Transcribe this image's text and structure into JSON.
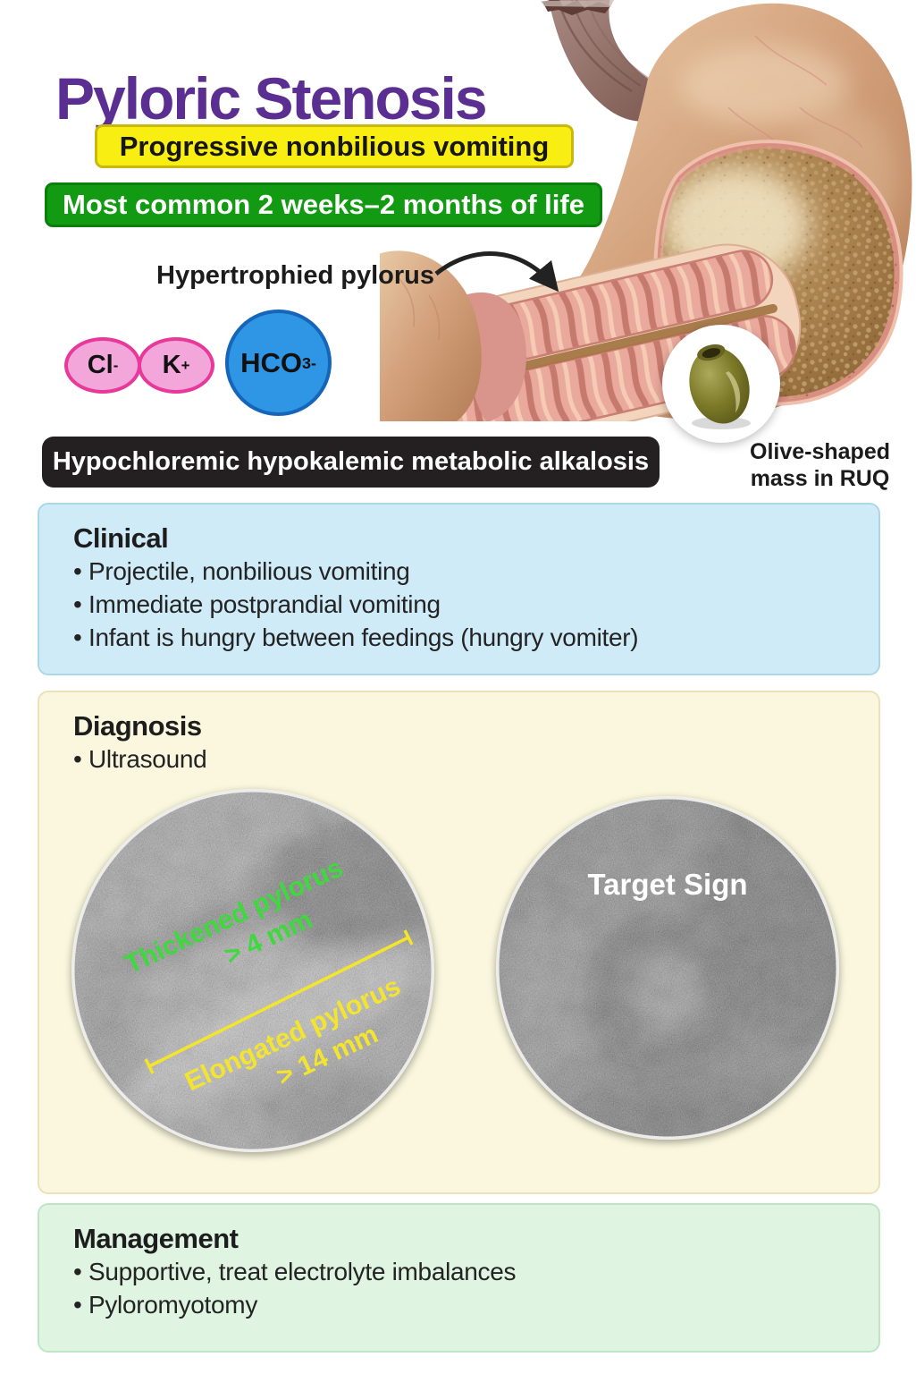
{
  "title": "Pyloric Stenosis",
  "banners": {
    "vomiting": "Progressive nonbilious vomiting",
    "age": "Most common 2 weeks–2 months of life",
    "alkalosis": "Hypochloremic hypokalemic metabolic alkalosis"
  },
  "anatomy": {
    "pylorus_label": "Hypertrophied pylorus",
    "olive_caption_line1": "Olive-shaped",
    "olive_caption_line2": "mass in RUQ"
  },
  "ions": {
    "chloride": {
      "symbol": "Cl",
      "charge": "-"
    },
    "potassium": {
      "symbol": "K",
      "charge": "+"
    },
    "bicarbonate": {
      "symbol": "HCO",
      "subscript": "3",
      "charge": "-"
    }
  },
  "clinical": {
    "heading": "Clinical",
    "bullets": [
      "• Projectile, nonbilious vomiting",
      "• Immediate postprandial vomiting",
      "• Infant is hungry between feedings (hungry vomiter)"
    ]
  },
  "diagnosis": {
    "heading": "Diagnosis",
    "bullets": [
      "• Ultrasound"
    ],
    "ultrasound_left": {
      "thickened_line1": "Thickened pylorus",
      "thickened_line2": "> 4 mm",
      "elongated_line1": "Elongated pylorus",
      "elongated_line2": "> 14 mm"
    },
    "ultrasound_right": {
      "label": "Target Sign"
    }
  },
  "management": {
    "heading": "Management",
    "bullets": [
      "• Supportive, treat electrolyte imbalances",
      "• Pyloromyotomy"
    ]
  },
  "colors": {
    "title": "#5B2E91",
    "yellow_banner_bg": "#F8EE12",
    "green_banner_bg": "#129B12",
    "alkalosis_banner_bg": "#242021",
    "ion_pink_fill": "#F3A6DA",
    "ion_pink_border": "#E8389A",
    "ion_blue_fill": "#2F96E6",
    "ion_blue_border": "#1565B8",
    "clinical_box_bg": "#CFEBF8",
    "diagnosis_box_bg": "#FAF7DE",
    "management_box_bg": "#DFF5E2",
    "us_green_label": "#3FD83F",
    "us_yellow_label": "#F2E430"
  }
}
